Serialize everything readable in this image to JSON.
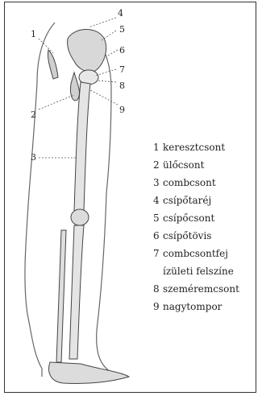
{
  "markers": [
    "1",
    "2",
    "3",
    "4",
    "5",
    "6",
    "7",
    "8",
    "9"
  ],
  "legend": [
    {
      "num": "1",
      "label": "keresztcsont"
    },
    {
      "num": "2",
      "label": "ülőcsont"
    },
    {
      "num": "3",
      "label": "combcsont"
    },
    {
      "num": "4",
      "label": "csípőtaréj"
    },
    {
      "num": "5",
      "label": "csípőcsont"
    },
    {
      "num": "6",
      "label": "csípőtövis"
    },
    {
      "num": "7",
      "label": "combcsontfej"
    },
    {
      "num": "",
      "label": "ízületi felszíne"
    },
    {
      "num": "8",
      "label": "szeméremcsont"
    },
    {
      "num": "9",
      "label": "nagytompor"
    }
  ]
}
